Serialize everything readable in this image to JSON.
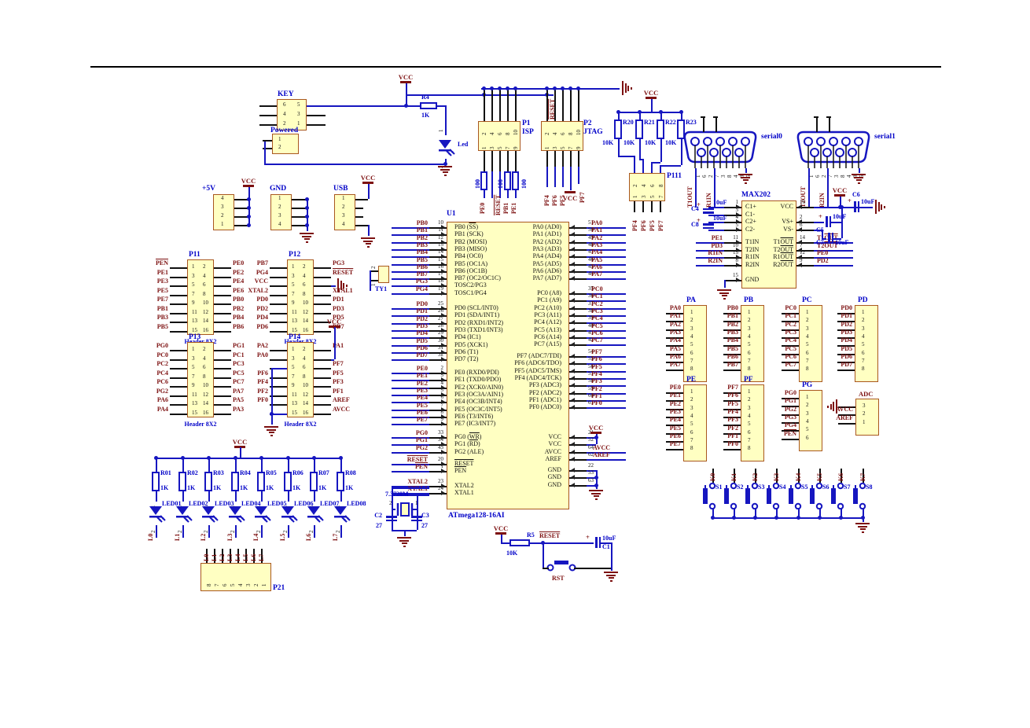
{
  "colors": {
    "body_fill": "#ffffc2",
    "body_border": "#a9571f",
    "wire_blue": "#1616c0",
    "net_red": "#7d1111",
    "title_blue": "#0000c8"
  },
  "labels": {
    "vcc": "VCC"
  },
  "power_section": {
    "key": {
      "title": "KEY",
      "rows": [
        [
          "6",
          "5"
        ],
        [
          "4",
          "3"
        ],
        [
          "2",
          "1"
        ]
      ]
    },
    "powered": {
      "title": "Powered",
      "pins": [
        "1",
        "2"
      ]
    },
    "r4": {
      "name": "R4",
      "value": "1K"
    },
    "led": {
      "name": "Led",
      "pin_top": "1",
      "pin_bottom": "2"
    }
  },
  "isp": {
    "title": "P1",
    "sub": "ISP",
    "top_pins": [
      "2",
      "4",
      "6",
      "8",
      "10"
    ],
    "bottom_pins": [
      "1",
      "3",
      "5",
      "7",
      "9"
    ],
    "resistor_value": "100",
    "nets": [
      "PE0",
      "~RESET~",
      "PB1",
      "PE1"
    ]
  },
  "jtag": {
    "title": "P2",
    "sub": "JTAG",
    "top_pins": [
      "2",
      "4",
      "6",
      "8",
      "10"
    ],
    "bottom_pins": [
      "1",
      "3",
      "5",
      "7",
      "9"
    ],
    "reset_net": "~RESET~",
    "nets": [
      "PF4",
      "PF6",
      "PF5",
      "PF7"
    ],
    "vcc": "VCC"
  },
  "pullups": {
    "vcc": "VCC",
    "resistors": [
      [
        "R20",
        "10K"
      ],
      [
        "R21",
        "10K"
      ],
      [
        "R22",
        "10K"
      ],
      [
        "R23",
        "10K"
      ]
    ],
    "p111": {
      "title": "P111",
      "top_pins": [
        "2",
        "4",
        "6",
        "8"
      ],
      "bottom_pins": [
        "1",
        "3",
        "5",
        "7"
      ],
      "nets": [
        "PF4",
        "PF6",
        "PF5",
        "PF7"
      ]
    }
  },
  "serial0": {
    "title": "serial0",
    "pin_numbers": [
      "1",
      "6",
      "2",
      "7",
      "3",
      "8",
      "4",
      "9",
      "5"
    ],
    "nets": [
      "T1OUT",
      "R1IN"
    ]
  },
  "serial1": {
    "title": "serial1",
    "pin_numbers": [
      "1",
      "6",
      "2",
      "7",
      "3",
      "8",
      "4",
      "9",
      "5"
    ],
    "nets": [
      "T2OUT",
      "R2IN"
    ]
  },
  "max202": {
    "ref": "MAX202",
    "left_pins": [
      [
        "1",
        "C1+",
        ""
      ],
      [
        "3",
        "C1-",
        ""
      ],
      [
        "4",
        "C2+",
        ""
      ],
      [
        "5",
        "C2-",
        ""
      ],
      [
        "11",
        "T1IN",
        "PE1"
      ],
      [
        "10",
        "T2IN",
        "PD3"
      ],
      [
        "13",
        "R1IN",
        "R1IN"
      ],
      [
        "8",
        "R2IN",
        "R2IN"
      ],
      [
        "15",
        "GND",
        ""
      ]
    ],
    "right_pins": [
      [
        "16",
        "VCC",
        ""
      ],
      [
        "2",
        "VS+",
        ""
      ],
      [
        "6",
        "VS-",
        ""
      ],
      [
        "14",
        "T1~OUT~",
        "T1~OUT~"
      ],
      [
        "7",
        "T2~OUT~",
        "T2~OUT~"
      ],
      [
        "12",
        "R1~OUT~",
        "PE0"
      ],
      [
        "9",
        "R2~OUT~",
        "PD2"
      ]
    ],
    "caps": {
      "c4": [
        "C4",
        "10uF"
      ],
      "c8": [
        "C8",
        "10uF"
      ],
      "c6": [
        "C6",
        "10uF"
      ],
      "c5": [
        "C5",
        "10uF"
      ],
      "c7": [
        "C7",
        "10uF"
      ]
    },
    "vcc": "VCC"
  },
  "power_headers": {
    "p5v": {
      "title": "+5V",
      "pins": [
        "4",
        "3",
        "2",
        "1"
      ],
      "vcc": "VCC"
    },
    "gnd": {
      "title": "GND",
      "pins": [
        "1",
        "2",
        "3",
        "4"
      ]
    },
    "usb": {
      "title": "USB",
      "pins": [
        "1",
        "2",
        "3",
        "4"
      ],
      "vcc": "VCC"
    }
  },
  "headers16": [
    {
      "title": "P11",
      "sub": "Header 8X2",
      "left": [
        "PEN",
        "PE1",
        "PE3",
        "PE5",
        "PE7",
        "PB1",
        "PB3",
        "PB5"
      ],
      "right": [
        "PE0",
        "PE2",
        "PE4",
        "PE6",
        "PB0",
        "PB2",
        "PB4",
        "PB6"
      ]
    },
    {
      "title": "P12",
      "sub": "Header 8X2",
      "left": [
        "PB7",
        "PG4",
        "VCC",
        "XTAL2",
        "PD0",
        "PD2",
        "PD4",
        "PD6"
      ],
      "right": [
        "PG3",
        "~RESET~",
        null,
        "XTAL1",
        "PD1",
        "PD3",
        "PD5",
        "PD7"
      ]
    },
    {
      "title": "P13",
      "sub": "Header 8X2",
      "left": [
        "PG0",
        "PC0",
        "PC2",
        "PC4",
        "PC6",
        "PG2",
        "PA6",
        "PA4"
      ],
      "right": [
        "PG1",
        "PC1",
        "PC3",
        "PC5",
        "PC7",
        "PA7",
        "PA5",
        "PA3"
      ]
    },
    {
      "title": "P14",
      "sub": "Header 8X2",
      "left": [
        "PA2",
        "PA0",
        null,
        "PF6",
        "PF4",
        "PF2",
        "PF0",
        null
      ],
      "right": [
        "PA1",
        null,
        "PF7",
        "PF5",
        "PF3",
        "PF1",
        "AREF",
        "AVCC"
      ],
      "vcc": "VCC"
    }
  ],
  "u1": {
    "ref": "U1",
    "part": "ATmega128-16AI",
    "left_groups": [
      {
        "pins": [
          [
            "10",
            "PB0 (~SS~)",
            "PB0"
          ],
          [
            "11",
            "PB1 (SCK)",
            "PB1"
          ],
          [
            "12",
            "PB2 (MOSI)",
            "PB2"
          ],
          [
            "13",
            "PB3 (MISO)",
            "PB3"
          ],
          [
            "14",
            "PB4 (OC0)",
            "PB4"
          ],
          [
            "15",
            "PB5 (OC1A)",
            "PB5"
          ],
          [
            "16",
            "PB6 (OC1B)",
            "PB6"
          ],
          [
            "17",
            "PB7 (OC2/OC1C)",
            "PB7"
          ],
          [
            "18",
            "TOSC2/PG3",
            "PG3"
          ],
          [
            "19",
            "TOSC1/PG4",
            "PG4"
          ]
        ]
      },
      {
        "pins": [
          [
            "25",
            "PD0 (SCL/INT0)",
            "PD0"
          ],
          [
            "26",
            "PD1 (SDA/INT1)",
            "PD1"
          ],
          [
            "27",
            "PD2 (RXD1/INT2)",
            "PD2"
          ],
          [
            "28",
            "PD3 (TXD1/INT3)",
            "PD3"
          ],
          [
            "29",
            "PD4 (IC1)",
            "PD4"
          ],
          [
            "30",
            "PD5 (XCK1)",
            "PD5"
          ],
          [
            "31",
            "PD6 (T1)",
            "PD6"
          ],
          [
            "32",
            "PD7 (T2)",
            "PD7"
          ]
        ]
      },
      {
        "pins": [
          [
            "2",
            "PE0 (RXD0/PDI)",
            "PE0"
          ],
          [
            "3",
            "PE1 (TXD0/PDO)",
            "PE1"
          ],
          [
            "4",
            "PE2 (XCK0/AIN0)",
            "PE2"
          ],
          [
            "5",
            "PE3 (OC3A/AIN1)",
            "PE3"
          ],
          [
            "6",
            "PE4 (OC3B/INT4)",
            "PE4"
          ],
          [
            "7",
            "PE5 (OC3C/INT5)",
            "PE5"
          ],
          [
            "8",
            "PE6 (T3/INT6)",
            "PE6"
          ],
          [
            "9",
            "PE7 (IC3/INT7)",
            "PE7"
          ]
        ]
      },
      {
        "pins": [
          [
            "33",
            "PG0 (~WR~)",
            "PG0"
          ],
          [
            "34",
            "PG1 (~RD~)",
            "PG1"
          ],
          [
            "43",
            "PG2 (ALE)",
            "PG2"
          ]
        ]
      },
      {
        "pins": [
          [
            "20",
            "~RESET~",
            "~RESET~"
          ],
          [
            "1",
            "~PEN~",
            "PEN"
          ]
        ]
      },
      {
        "pins": [
          [
            "23",
            "XTAL2",
            "XTAL2"
          ],
          [
            "24",
            "XTAL1",
            "XTAL1"
          ]
        ]
      }
    ],
    "right_groups": [
      {
        "pins": [
          [
            "51",
            "PA0 (AD0)",
            "PA0"
          ],
          [
            "50",
            "PA1 (AD1)",
            "PA1"
          ],
          [
            "49",
            "PA2 (AD2)",
            "PA2"
          ],
          [
            "48",
            "PA3 (AD3)",
            "PA3"
          ],
          [
            "47",
            "PA4 (AD4)",
            "PA4"
          ],
          [
            "46",
            "PA5 (AD5)",
            "PA5"
          ],
          [
            "45",
            "PA6 (AD6)",
            "PA6"
          ],
          [
            "44",
            "PA7 (AD7)",
            "PA7"
          ]
        ]
      },
      {
        "pins": [
          [
            "35",
            "PC0 (A8)",
            "PC0"
          ],
          [
            "36",
            "PC1 (A9)",
            "PC1"
          ],
          [
            "37",
            "PC2 (A10)",
            "PC2"
          ],
          [
            "38",
            "PC3 (A11)",
            "PC3"
          ],
          [
            "39",
            "PC4 (A12)",
            "PC4"
          ],
          [
            "40",
            "PC5 (A13)",
            "PC5"
          ],
          [
            "41",
            "PC6 (A14)",
            "PC6"
          ],
          [
            "42",
            "PC7 (A15)",
            "PC7"
          ]
        ]
      },
      {
        "pins": [
          [
            "54",
            "PF7 (ADC7/TDI)",
            "PF7"
          ],
          [
            "55",
            "PF6 (ADC6/TDO)",
            "PF6"
          ],
          [
            "56",
            "PF5 (ADC5/TMS)",
            "PF5"
          ],
          [
            "57",
            "PF4 (ADC4/TCK)",
            "PF4"
          ],
          [
            "58",
            "PF3 (ADC3)",
            "PF3"
          ],
          [
            "59",
            "PF2 (ADC2)",
            "PF2"
          ],
          [
            "60",
            "PF1 (ADC1)",
            "PF1"
          ],
          [
            "61",
            "PF0 (ADC0)",
            "PF0"
          ]
        ]
      },
      {
        "pins": [
          [
            "21",
            "VCC",
            ""
          ],
          [
            "52",
            "VCC",
            ""
          ],
          [
            "64",
            "AVCC",
            "AVCC"
          ],
          [
            "62",
            "AREF",
            "AREF"
          ]
        ]
      },
      {
        "pins": [
          [
            "22",
            "GND",
            ""
          ],
          [
            "53",
            "GND",
            ""
          ],
          [
            "63",
            "GND",
            ""
          ]
        ]
      }
    ],
    "vcc": "VCC"
  },
  "ty1": {
    "name": "TY1",
    "pins": [
      "2",
      "1"
    ]
  },
  "port_headers": [
    {
      "title": "PA",
      "pins": [
        "1",
        "2",
        "3",
        "4",
        "5",
        "6",
        "7",
        "8"
      ],
      "nets": [
        "PA0",
        "PA1",
        "PA2",
        "PA3",
        "PA4",
        "PA5",
        "PA6",
        "PA7"
      ]
    },
    {
      "title": "PB",
      "pins": [
        "1",
        "2",
        "3",
        "4",
        "5",
        "6",
        "7",
        "8"
      ],
      "nets": [
        "PB0",
        "PB1",
        "PB2",
        "PB3",
        "PB4",
        "PB5",
        "PB6",
        "PB7"
      ]
    },
    {
      "title": "PC",
      "pins": [
        "1",
        "2",
        "3",
        "4",
        "5",
        "6",
        "7",
        "8"
      ],
      "nets": [
        "PC0",
        "PC1",
        "PC2",
        "PC3",
        "PC4",
        "PC5",
        "PC6",
        "PC7"
      ]
    },
    {
      "title": "PD",
      "pins": [
        "1",
        "2",
        "3",
        "4",
        "5",
        "6",
        "7",
        "8"
      ],
      "nets": [
        "PD0",
        "PD1",
        "PD2",
        "PD3",
        "PD4",
        "PD5",
        "PD6",
        "PD7"
      ]
    },
    {
      "title": "PE",
      "pins": [
        "1",
        "2",
        "3",
        "4",
        "5",
        "6",
        "7",
        "8"
      ],
      "nets": [
        "PE0",
        "PE1",
        "PE2",
        "PE3",
        "PE4",
        "PE5",
        "PE6",
        "PE7"
      ]
    },
    {
      "title": "PF",
      "pins": [
        "1",
        "2",
        "3",
        "4",
        "5",
        "6",
        "7",
        "8"
      ],
      "nets": [
        "PF7",
        "PF6",
        "PF5",
        "PF4",
        "PF3",
        "PF2",
        "PF1",
        "PF0"
      ]
    },
    {
      "title": "PG",
      "pins": [
        "1",
        "2",
        "3",
        "4",
        "5",
        "6"
      ],
      "nets": [
        "PG0",
        "PG1",
        "PG2",
        "PG3",
        "PG4",
        "PEN"
      ]
    },
    {
      "title": "ADC",
      "pins": [
        "3",
        "2",
        "1"
      ],
      "nets": [
        null,
        "AVCC",
        "AREF"
      ]
    }
  ],
  "led_array": {
    "vcc": "VCC",
    "resistors": [
      [
        "R01",
        "1K"
      ],
      [
        "R02",
        "1K"
      ],
      [
        "R03",
        "1K"
      ],
      [
        "R04",
        "1K"
      ],
      [
        "R05",
        "1K"
      ],
      [
        "R06",
        "1K"
      ],
      [
        "R07",
        "1K"
      ],
      [
        "R08",
        "1K"
      ]
    ],
    "leds": [
      "LED01",
      "LED02",
      "LED03",
      "LED04",
      "LED05",
      "LED06",
      "LED07",
      "LED08"
    ],
    "nets": [
      "L0",
      "L1",
      "L2",
      "L3",
      "L4",
      "L5",
      "L6",
      "L7"
    ],
    "pin_top": "1",
    "pin_bottom": "2"
  },
  "p21": {
    "title": "P21",
    "pins": [
      "8",
      "7",
      "6",
      "5",
      "4",
      "3",
      "2",
      "1"
    ],
    "nets": [
      "L0",
      "L1",
      "L2",
      "L3",
      "L4",
      "L5",
      "L6",
      "L7"
    ]
  },
  "xtal": {
    "freq": "7.3728M",
    "pins": [
      "2",
      "1"
    ],
    "cap_left": [
      "C2",
      "27"
    ],
    "cap_right": [
      "C3",
      "27"
    ]
  },
  "reset_circuit": {
    "vcc": "VCC",
    "resistor": [
      "R5",
      "10K"
    ],
    "net": "~RESET~",
    "cap": [
      "C1",
      "10uF"
    ],
    "button": "RST"
  },
  "switches": {
    "names": [
      "S1",
      "S2",
      "S3",
      "S4",
      "S5",
      "S6",
      "S7",
      "S8"
    ],
    "nets": [
      "K0",
      "K1",
      "K2",
      "K3",
      "K4",
      "K5",
      "K6",
      "K7"
    ]
  }
}
